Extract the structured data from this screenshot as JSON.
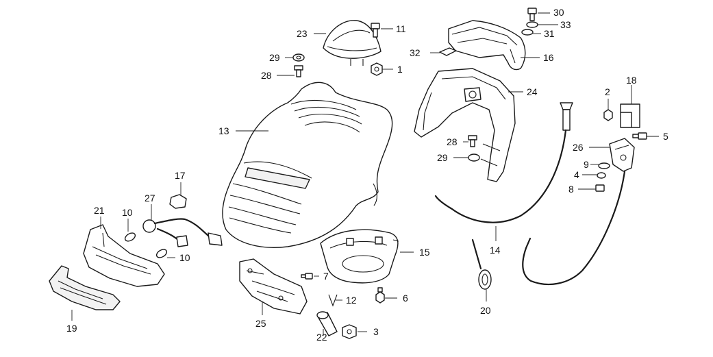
{
  "callouts": [
    {
      "id": "c30",
      "num": "30"
    },
    {
      "id": "c33",
      "num": "33"
    },
    {
      "id": "c23",
      "num": "23"
    },
    {
      "id": "c11",
      "num": "11"
    },
    {
      "id": "c31",
      "num": "31"
    },
    {
      "id": "c29a",
      "num": "29"
    },
    {
      "id": "c32",
      "num": "32"
    },
    {
      "id": "c16",
      "num": "16"
    },
    {
      "id": "c28a",
      "num": "28"
    },
    {
      "id": "c1",
      "num": "1"
    },
    {
      "id": "c18",
      "num": "18"
    },
    {
      "id": "c24",
      "num": "24"
    },
    {
      "id": "c2",
      "num": "2"
    },
    {
      "id": "c13",
      "num": "13"
    },
    {
      "id": "c5",
      "num": "5"
    },
    {
      "id": "c28b",
      "num": "28"
    },
    {
      "id": "c26",
      "num": "26"
    },
    {
      "id": "c29b",
      "num": "29"
    },
    {
      "id": "c9",
      "num": "9"
    },
    {
      "id": "c17",
      "num": "17"
    },
    {
      "id": "c4",
      "num": "4"
    },
    {
      "id": "c8",
      "num": "8"
    },
    {
      "id": "c27",
      "num": "27"
    },
    {
      "id": "c21",
      "num": "21"
    },
    {
      "id": "c10a",
      "num": "10"
    },
    {
      "id": "c15",
      "num": "15"
    },
    {
      "id": "c14",
      "num": "14"
    },
    {
      "id": "c10b",
      "num": "10"
    },
    {
      "id": "c7",
      "num": "7"
    },
    {
      "id": "c12",
      "num": "12"
    },
    {
      "id": "c6",
      "num": "6"
    },
    {
      "id": "c20",
      "num": "20"
    },
    {
      "id": "c25",
      "num": "25"
    },
    {
      "id": "c19",
      "num": "19"
    },
    {
      "id": "c3",
      "num": "3"
    },
    {
      "id": "c22",
      "num": "22"
    }
  ]
}
